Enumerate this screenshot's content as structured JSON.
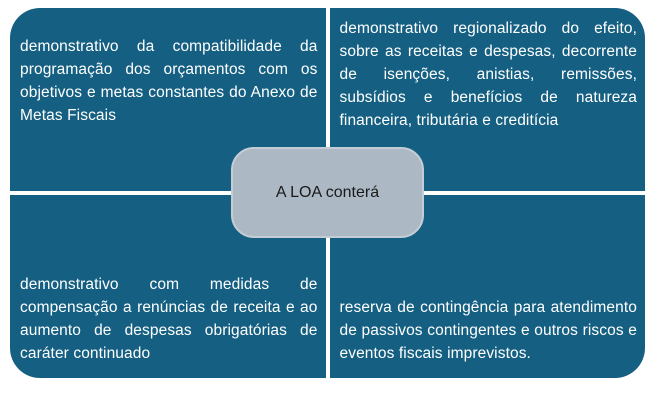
{
  "diagram": {
    "title_hint": "A LOA conterá - matriz de quadrantes",
    "center_label": "A LOA conterá",
    "quadrants": [
      {
        "position": "top-left",
        "text": "demonstrativo da compatibilidade da programação dos orçamentos com os objetivos e metas constantes do Anexo de Metas Fiscais"
      },
      {
        "position": "top-right",
        "text": "demonstrativo regionalizado do efeito, sobre as receitas e despesas, decorrente de isenções, anistias, remissões, subsídios e benefícios de natureza financeira, tributária e creditícia"
      },
      {
        "position": "bottom-left",
        "text": "demonstrativo com medidas de compensação a renúncias de receita e ao aumento de despesas obrigatórias de caráter continuado"
      },
      {
        "position": "bottom-right",
        "text": "reserva de contingência para atendimento de passivos contingentes e outros riscos e eventos fiscais imprevistos."
      }
    ],
    "colors": {
      "quadrant_bg": "#156082",
      "quadrant_text": "#ffffff",
      "center_bg": "#acb8c3",
      "center_border": "#c4cdd5",
      "center_text": "#1a1a1a",
      "canvas_bg": "#ffffff"
    }
  }
}
